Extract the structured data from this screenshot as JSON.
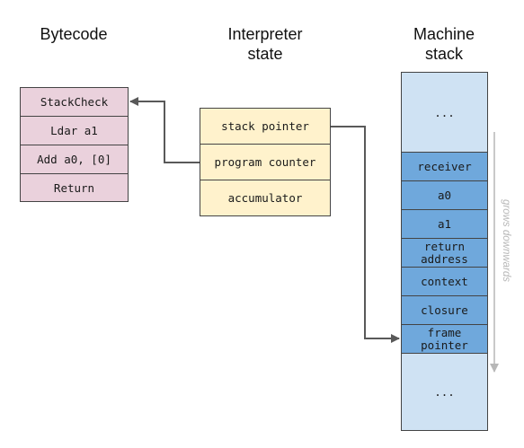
{
  "headings": {
    "bytecode": "Bytecode",
    "interpreter": "Interpreter\nstate",
    "machine": "Machine\nstack"
  },
  "bytecode": [
    "StackCheck",
    "Ldar a1",
    "Add a0, [0]",
    "Return"
  ],
  "interpreter_state": [
    "stack pointer",
    "program counter",
    "accumulator"
  ],
  "machine_stack": {
    "top": "...",
    "frames": [
      "receiver",
      "a0",
      "a1",
      "return\naddress",
      "context",
      "closure",
      "frame\npointer"
    ],
    "bottom": "..."
  },
  "note": "grows downwards",
  "colors": {
    "bytecode_fill": "#ead1dc",
    "state_fill": "#fff2cc",
    "stack_light": "#cfe2f3",
    "stack_dark": "#6fa8dc",
    "arrow": "#595959",
    "grows_arrow": "#b7b7b7"
  }
}
